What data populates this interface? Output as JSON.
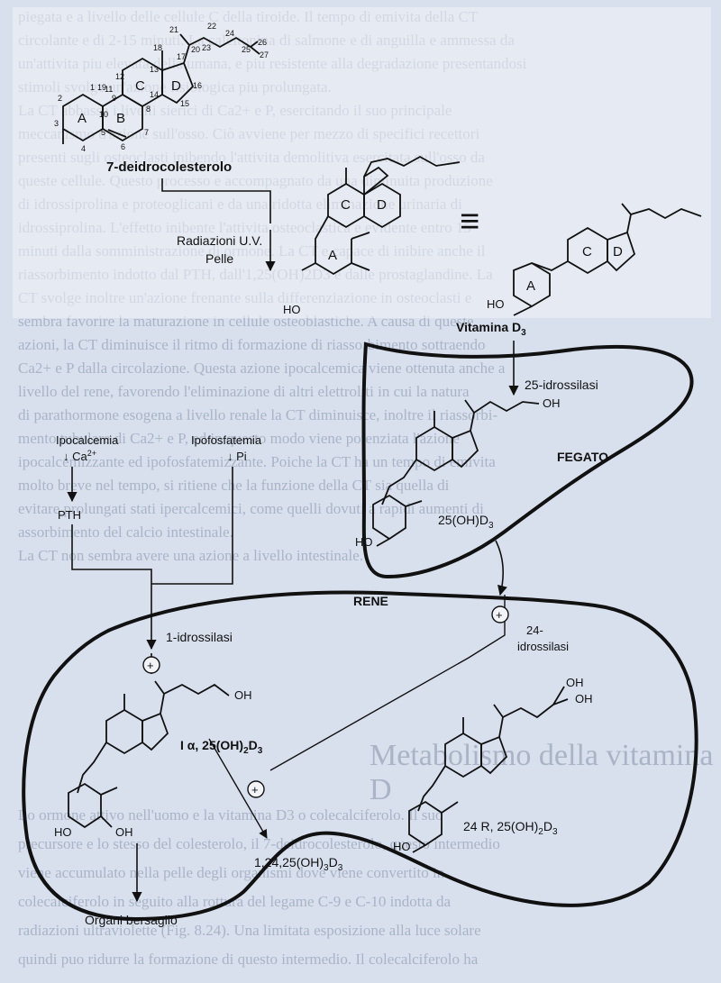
{
  "background_text": [
    "piegata e a livello delle cellule C della tiroide. Il tempo di emivita della CT",
    "circolante e di 2-15 minuti. La calcitonina di salmone e di anguilla e ammessa da",
    "un'attivita piu elevata della umana, e piu resistente alla degradazione presentandosi",
    "stimoli svolge un'azione fisiologica piu prolungata.",
    "La CT abbassa i livelli sierici di Ca2+ e P, esercitando il suo principale",
    "meccanismo d'azione sull'osso. Ciò avviene per mezzo di specifici recettori",
    "presenti sugli osteoclasti inibendo l'attivita demolitiva esercitata sull'osso da",
    "queste cellule. Questo processo e accompagnato da una diminuita produzione",
    "di idrossiprolina e proteoglicani e da una ridotta eliminazione urinaria di",
    "idrossiprolina. L'effetto inibente l'attivita osteoclastica e evidente entro 15",
    "minuti dalla somministrazione di ormone. La CT e capace di inibire anche il",
    "riassorbimento indotto dal PTH, dall'1,25(OH)2D3 e dalle prostaglandine. La",
    "CT svolge inoltre un'azione frenante sulla differenziazione in osteoclasti e",
    "sembra favorire la maturazione in cellule osteoblastiche. A causa di queste",
    "azioni, la CT diminuisce il ritmo di formazione di riassorbimento sottraendo",
    "Ca2+ e P dalla circolazione. Questa azione ipocalcemica viene ottenuta anche a",
    "livello del rene, favorendo l'eliminazione di altri elettroliti in cui la natura",
    "di parathormone esogena a livello renale la CT diminuisce, inoltre il riassorbi-",
    "mento tubulare di Ca2+ e P, ed in questo modo viene potenziata l'azione",
    "ipocalcemizzante ed ipofosfatemizzante. Poiche la CT ha un tempo di emivita",
    "molto breve nel tempo, si ritiene che la funzione della CT sia quella di",
    "evitare prolungati stati ipercalcemici, come quelli dovuti a rapidi aumenti di",
    "assorbimento del calcio intestinale.",
    "La CT non sembra avere una azione a livello intestinale."
  ],
  "background_heading": "Metabolismo della vitamina D",
  "background_text_lower": [
    "Lo ormone attivo nell'uomo e la vitamina D3 o colecalciferolo. Il suo",
    "precursore e lo stesso del colesterolo, il 7-deidrocolesterolo, questo intermedio",
    "viene accumulato nella pelle degli organismi dove viene convertito in",
    "colecalciferolo in seguito alla rottura del legame C-9 e C-10 indotta da",
    "radiazioni ultraviolette (Fig. 8.24). Una limitata esposizione alla luce solare",
    "quindi puo ridurre la formazione di questo intermedio. Il colecalciferolo ha"
  ],
  "labels": {
    "dehydrocholesterol": "7-deidrocolesterolo",
    "uv": "Radiazioni U.V.",
    "skin": "Pelle",
    "vitamin_d3_text": "Vitamina D",
    "vitamin_d3_sub": "3",
    "hydroxylase25": "25-idrossilasi",
    "liver": "FEGATO",
    "oh25_text": "25(OH)D",
    "oh25_sub": "3",
    "kidney": "RENE",
    "hypocalcemia": "Ipocalcemia",
    "ca_text": "↓ Ca",
    "ca_sup": "2+",
    "hypophosphatemia": "Ipofosfatemia",
    "pi": "↓ Pi",
    "pth": "PTH",
    "hydroxylase1": "1-idrossilasi",
    "hydroxylase24_a": "24-",
    "hydroxylase24_b": "idrossilasi",
    "calcitriol_text": "I α, 25(OH)",
    "calcitriol_sub1": "2",
    "calcitriol_d": "D",
    "calcitriol_sub2": "3",
    "r24_text": "24 R, 25(OH)",
    "r24_sub1": "2",
    "r24_d": "D",
    "r24_sub2": "3",
    "tri_text": "1,24,25(OH)",
    "tri_sub1": "3",
    "tri_d": "D",
    "tri_sub2": "3",
    "target_organs": "Organi bersaglio",
    "plus": "+",
    "oh": "OH",
    "ho": "HO",
    "equiv": "≡",
    "ring_a": "A",
    "ring_b": "B",
    "ring_c": "C",
    "ring_d": "D"
  },
  "atom_numbers": [
    "1",
    "2",
    "3",
    "4",
    "5",
    "6",
    "7",
    "8",
    "9",
    "10",
    "11",
    "12",
    "13",
    "14",
    "15",
    "16",
    "17",
    "18",
    "19",
    "20",
    "21",
    "22",
    "23",
    "24",
    "25",
    "26",
    "27"
  ],
  "colors": {
    "background": "#d8e0ee",
    "background_text": "#aab4c6",
    "ink": "#111111",
    "box_fill": "#f2f4f8"
  }
}
